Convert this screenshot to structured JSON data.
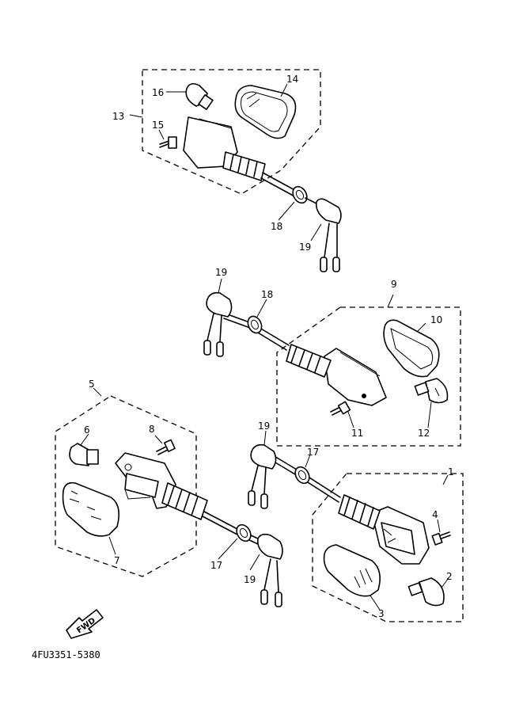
{
  "diagram": {
    "part_code": "4FU3351-5380",
    "fwd_label": "FWD",
    "callouts": [
      "1",
      "2",
      "3",
      "4",
      "5",
      "6",
      "7",
      "8",
      "9",
      "10",
      "11",
      "12",
      "13",
      "14",
      "15",
      "16",
      "17",
      "18",
      "19"
    ]
  }
}
